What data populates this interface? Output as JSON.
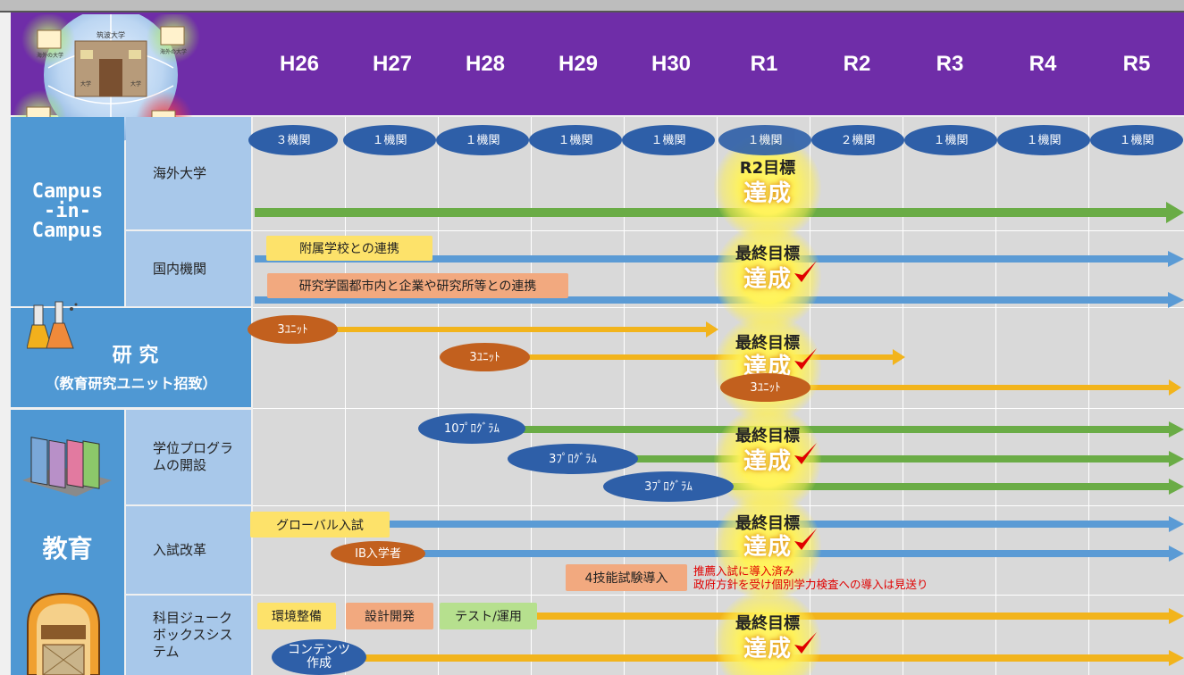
{
  "years": [
    "H26",
    "H27",
    "H28",
    "H29",
    "H30",
    "R1",
    "R2",
    "R3",
    "R4",
    "R5"
  ],
  "colors": {
    "header": "#6f2da8",
    "category": "#4f98d3",
    "subcategory": "#a8c8ea",
    "grid": "#d9d9d9",
    "green_arrow": "#6aac46",
    "blue_arrow": "#5b9bd5",
    "orange_arrow": "#f2b41c",
    "red_note": "#e00000"
  },
  "logo_texts": [
    "筑波大学",
    "海外の大学",
    "海外の大学",
    "大学",
    "大学"
  ],
  "categories": {
    "campus": "Campus\n-in-\nCampus",
    "research_title": "研 究",
    "research_sub": "（教育研究ユニット招致）",
    "education": "教育"
  },
  "rows": {
    "overseas": "海外大学",
    "domestic": "国内機関",
    "degree": "学位プログラムの開設",
    "exam": "入試改革",
    "jukebox": "科目ジュークボックスシステム"
  },
  "institutions": [
    "３機関",
    "１機関",
    "１機関",
    "１機関",
    "１機関",
    "１機関",
    "２機関",
    "１機関",
    "１機関",
    "１機関"
  ],
  "goals": {
    "r2_target": "R2目標",
    "final_target": "最終目標",
    "achieved": "達成"
  },
  "items": {
    "attached_school": "附属学校との連携",
    "tsukuba_link": "研究学園都市内と企業や研究所等との連携",
    "unit_3a": "3ﾕﾆｯﾄ",
    "unit_3b": "3ﾕﾆｯﾄ",
    "unit_3c": "3ﾕﾆｯﾄ",
    "prog_10": "10ﾌﾟﾛｸﾞﾗﾑ",
    "prog_3a": "3ﾌﾟﾛｸﾞﾗﾑ",
    "prog_3b": "3ﾌﾟﾛｸﾞﾗﾑ",
    "global_exam": "グローバル入試",
    "ib": "IB入学者",
    "four_skill": "4技能試験導入",
    "note_line1": "推薦入試に導入済み",
    "note_line2": "政府方針を受け個別学力検査への導入は見送り",
    "env": "環境整備",
    "design": "設計開発",
    "test_ops": "テスト/運用",
    "contents": "コンテンツ\n作成"
  },
  "icons": [
    "globe-campus-icon",
    "flask-icon",
    "books-icon",
    "jukebox-icon",
    "checkmark-icon"
  ]
}
